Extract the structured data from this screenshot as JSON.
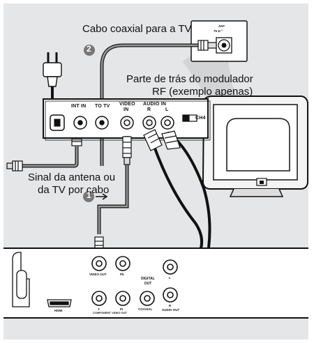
{
  "labels": {
    "coax_cable": "Cabo coaxial para a TV",
    "rf_modulator_line1": "Parte de trás do modulador",
    "rf_modulator_line2": "RF (exemplo apenas)",
    "antenna_line1": "Sinal da antena ou",
    "antenna_line2": "da TV por cabo"
  },
  "steps": {
    "step1": "1",
    "step2": "2"
  },
  "tv_port": {
    "ant": "ANT",
    "ohm": "75 Ω ᵀ"
  },
  "modulator_ports": {
    "int_in": "INT IN",
    "to_tv": "TO TV",
    "video": "VIDEO",
    "video_in": "IN",
    "audio_in": "AUDIO  IN",
    "audio_r": "R",
    "audio_l": "L",
    "channel": "CH4"
  },
  "player_ports": {
    "video_out": "VIDEO OUT",
    "pb": "Pb",
    "digital_out": "DIGITAL OUT",
    "hdmi": "HDMI",
    "y": "Y",
    "pr": "Pr",
    "component": "COMPONENT VIDEO OUT",
    "coaxial": "COAXIAL",
    "l": "L",
    "r": "R",
    "audio_out": "AUDIO OUT"
  },
  "colors": {
    "panel_bg": "#e4e6e7",
    "line": "#111111",
    "step_badge": "#777777",
    "tv_cone": "#c8c9ca",
    "cable_grey": "#9a9a9a"
  }
}
